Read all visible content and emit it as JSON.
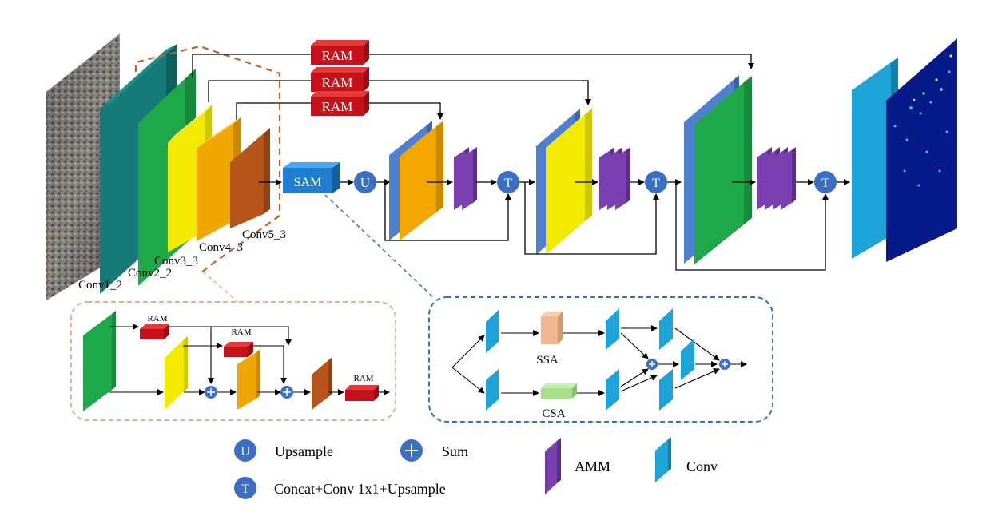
{
  "blocks": {
    "ram_top": "RAM",
    "ram_mid": "RAM",
    "ram_low": "RAM",
    "sam": "SAM"
  },
  "operators": {
    "upsample_symbol": "U",
    "concat_symbol": "T"
  },
  "backbone_labels": {
    "conv1": "Conv1_2",
    "conv2": "Conv2_2",
    "conv3": "Conv3_3",
    "conv4": "Conv4_3",
    "conv5": "Conv5_3"
  },
  "ram_inset": {
    "ram1": "RAM",
    "ram2": "RAM",
    "ram3": "RAM"
  },
  "sam_inset": {
    "ssa": "SSA",
    "csa": "CSA"
  },
  "legend": {
    "upsample_symbol": "U",
    "upsample_label": "Upsample",
    "sum_label": "Sum",
    "concat_symbol": "T",
    "concat_label": "Concat+Conv 1x1+Upsample",
    "amm_label": "AMM",
    "conv_label": "Conv"
  },
  "colors": {
    "teal": "#157a78",
    "green": "#1fa84a",
    "yellow": "#f2ea00",
    "orange": "#f0a800",
    "brown": "#b5551a",
    "red_block": "#c8101a",
    "blue_block": "#1e7fd0",
    "op_circle": "#3a6fc4",
    "purple": "#7a3fb0",
    "conv_blue": "#1ea3d8",
    "ssa": "#f0b890",
    "csa": "#a8e08c",
    "inset_orange": "#e8b08a",
    "inset_blue": "#2f77b5"
  }
}
